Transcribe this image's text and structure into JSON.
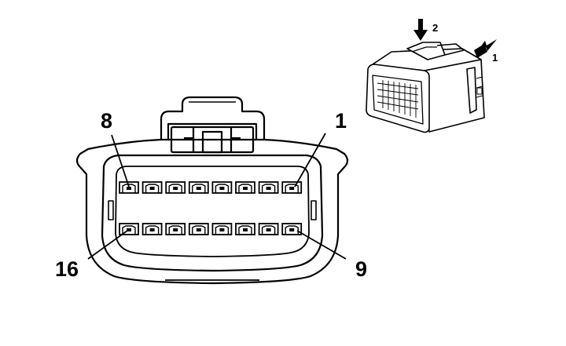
{
  "pin_labels": {
    "top_left": "8",
    "top_right": "1",
    "bottom_left": "16",
    "bottom_right": "9"
  },
  "step_labels": {
    "press": "2",
    "pull": "1"
  },
  "pins": {
    "rows": 2,
    "per_row": 8
  }
}
